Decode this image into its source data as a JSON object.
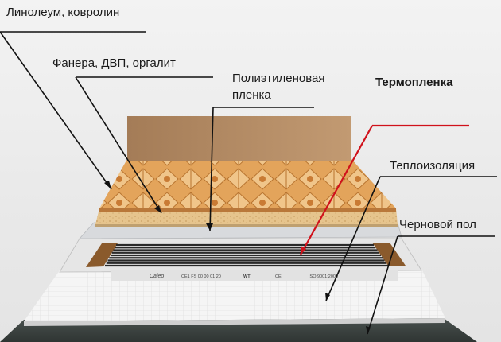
{
  "labels": {
    "linoleum": "Линолеум, ковролин",
    "plywood": "Фанера, ДВП, оргалит",
    "poly_line1": "Полиэтиленовая",
    "poly_line2": "пленка",
    "thermofilm": "Термопленка",
    "insulation": "Теплоизоляция",
    "subfloor": "Черновой пол"
  },
  "film_print": {
    "brand": "Caleo",
    "code": "CE1 FS 00 00 01 20",
    "mark1": "WT",
    "ce": "CE",
    "iso": "ISO 9001:2000"
  },
  "colors": {
    "leader_line": "#111111",
    "thermofilm_leader": "#d0111b",
    "wall": "#b38a62",
    "linoleum": "#e0a35a",
    "plywood": "#e8c992",
    "polyethylene": "#d6d8db",
    "thermofilm_stripes": "#2a2a2a",
    "thermofilm_edge": "#8a5a2c",
    "insulation": "#f3f3f3",
    "subfloor": "#3d4542"
  }
}
